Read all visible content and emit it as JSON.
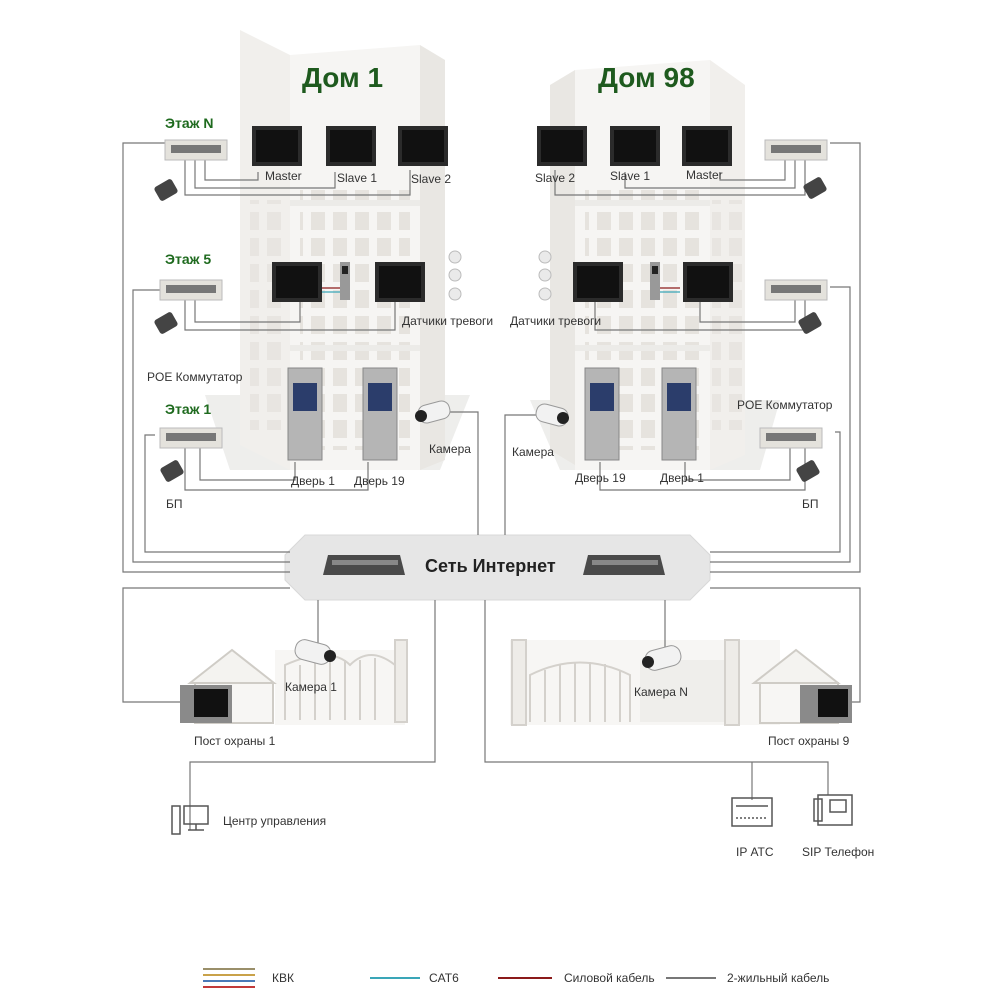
{
  "diagram": {
    "house_left": "Дом 1",
    "house_right": "Дом 98",
    "floor_n": "Этаж N",
    "floor_5": "Этаж 5",
    "floor_1": "Этаж 1",
    "monitor_master": "Master",
    "monitor_slave1": "Slave 1",
    "monitor_slave2": "Slave 2",
    "alarm_sensors": "Датчики тревоги",
    "poe_switch": "POE  Коммутатор",
    "camera": "Камера",
    "door_1": "Дверь 1",
    "door_19": "Дверь 19",
    "power_supply": "БП",
    "internet": "Сеть Интернет",
    "camera_1": "Камера 1",
    "camera_n": "Камера N",
    "guard_post_1": "Пост охраны 1",
    "guard_post_9": "Пост охраны 9",
    "control_center": "Центр  управления",
    "ip_pbx": "IP АТС",
    "sip_phone": "SIP Телефон"
  },
  "legend": {
    "kvk": "КВК",
    "cat6": "CAT6",
    "power_cable": "Силовой кабель",
    "two_wire": "2-жильный кабель"
  },
  "colors": {
    "cat6": "#3aa6b8",
    "power": "#8b1a1a",
    "two_wire": "#777777",
    "kvk": [
      "#9a8f6a",
      "#c9a24a",
      "#4a7ab8",
      "#c23a3a"
    ],
    "title_green": "#1e5a1e"
  }
}
